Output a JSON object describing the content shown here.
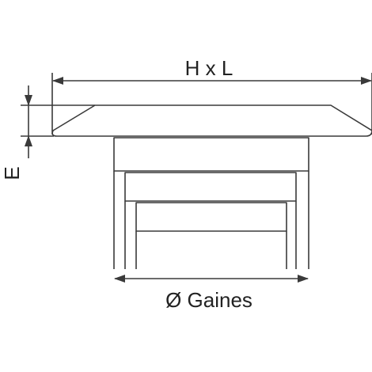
{
  "labels": {
    "width_dimension": "H x L",
    "thickness_dimension": "E",
    "duct_diameter": "Ø Gaines"
  },
  "colors": {
    "line": "#3a3a3a",
    "face": "#ffffff",
    "background": "#ffffff"
  }
}
